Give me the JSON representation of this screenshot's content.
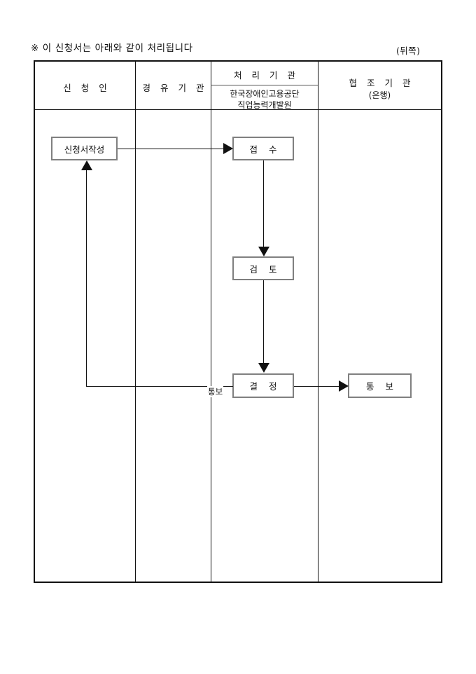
{
  "document": {
    "note": "※ 이 신청서는 아래와 같이 처리됩니다",
    "page_side_label": "(뒤쪽)"
  },
  "table": {
    "columns": [
      {
        "id": "applicant",
        "title": "신 청 인",
        "subtitle": ""
      },
      {
        "id": "via-agency",
        "title": "경 유 기 관",
        "subtitle": ""
      },
      {
        "id": "processing-agency",
        "title": "처 리 기 관",
        "subtitle_line1": "한국장애인고용공단",
        "subtitle_line2": "직업능력개발원"
      },
      {
        "id": "cooperating-agency",
        "title": "협 조 기 관",
        "subtitle": "(은행)"
      }
    ]
  },
  "flow": {
    "nodes": [
      {
        "id": "write-application",
        "label": "신청서작성",
        "column": "applicant"
      },
      {
        "id": "receive",
        "label": "접 수",
        "column": "processing-agency"
      },
      {
        "id": "review",
        "label": "검 토",
        "column": "processing-agency"
      },
      {
        "id": "decide",
        "label": "결 정",
        "column": "processing-agency"
      },
      {
        "id": "notify",
        "label": "통 보",
        "column": "cooperating-agency"
      }
    ],
    "edges": [
      {
        "id": "write-to-receive",
        "from": "write-application",
        "to": "receive",
        "direction": "right",
        "label": ""
      },
      {
        "id": "receive-to-review",
        "from": "receive",
        "to": "review",
        "direction": "down",
        "label": ""
      },
      {
        "id": "review-to-decide",
        "from": "review",
        "to": "decide",
        "direction": "down",
        "label": ""
      },
      {
        "id": "decide-to-notify",
        "from": "decide",
        "to": "notify",
        "direction": "right",
        "label": ""
      },
      {
        "id": "decide-to-write-feedback",
        "from": "decide",
        "to": "write-application",
        "direction": "up-left",
        "label": "통보"
      }
    ],
    "feedback_label": "통보"
  },
  "colors": {
    "page_background": "#ffffff",
    "table_border": "#111111",
    "box_border": "#808080",
    "line": "#111111",
    "text": "#111111"
  }
}
